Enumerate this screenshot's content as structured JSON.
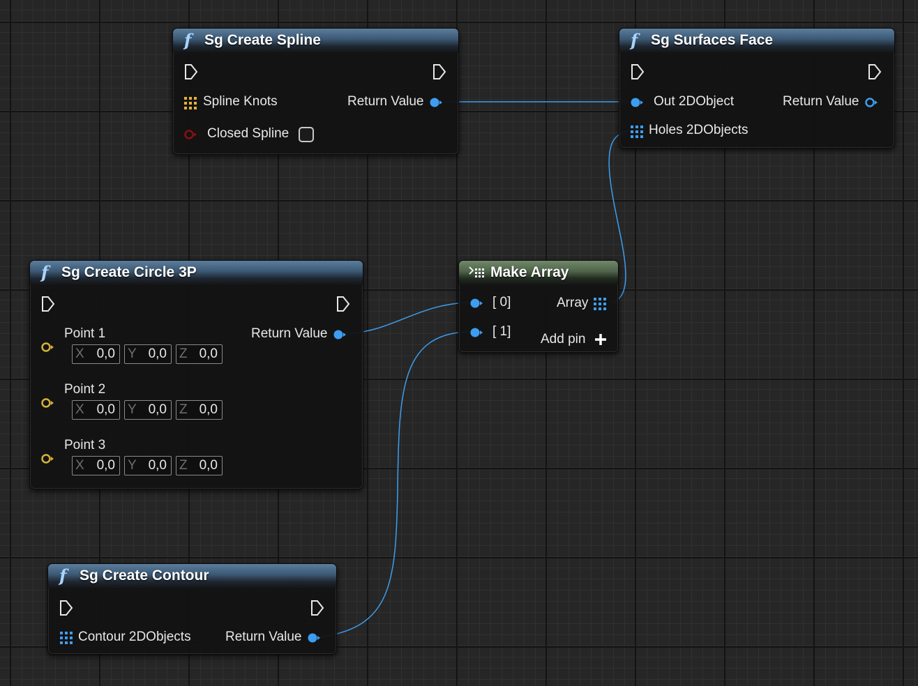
{
  "nodes": {
    "create_spline": {
      "title": "Sg Create Spline",
      "inputs": {
        "spline_knots": "Spline Knots",
        "closed_spline": "Closed Spline"
      },
      "outputs": {
        "return_value": "Return Value"
      },
      "closed_spline_checked": false
    },
    "surfaces_face": {
      "title": "Sg Surfaces Face",
      "inputs": {
        "out_2dobject": "Out 2DObject",
        "holes_2dobjects": "Holes 2DObjects"
      },
      "outputs": {
        "return_value": "Return Value"
      }
    },
    "create_circle_3p": {
      "title": "Sg Create Circle 3P",
      "outputs": {
        "return_value": "Return Value"
      },
      "points": [
        {
          "label": "Point 1",
          "x": "0,0",
          "y": "0,0",
          "z": "0,0"
        },
        {
          "label": "Point 2",
          "x": "0,0",
          "y": "0,0",
          "z": "0,0"
        },
        {
          "label": "Point 3",
          "x": "0,0",
          "y": "0,0",
          "z": "0,0"
        }
      ],
      "axes": {
        "x": "X",
        "y": "Y",
        "z": "Z"
      }
    },
    "make_array": {
      "title": "Make Array",
      "inputs": {
        "item0": "[ 0]",
        "item1": "[ 1]"
      },
      "outputs": {
        "array": "Array"
      },
      "add_pin": "Add pin"
    },
    "create_contour": {
      "title": "Sg Create Contour",
      "inputs": {
        "contour_2dobjects": "Contour 2DObjects"
      },
      "outputs": {
        "return_value": "Return Value"
      }
    }
  },
  "colors": {
    "object_pin": "#3d9ef0",
    "vector_pin": "#d6b23a",
    "bool_pin": "#8a1010",
    "wire": "#3d9ef0",
    "spline_knots_icon": "#e6b13a"
  },
  "icons": {
    "function": "function-icon",
    "make_array": "make-array-icon",
    "exec": "exec-pin-icon",
    "array": "array-grid-icon",
    "add": "add-pin-icon"
  }
}
